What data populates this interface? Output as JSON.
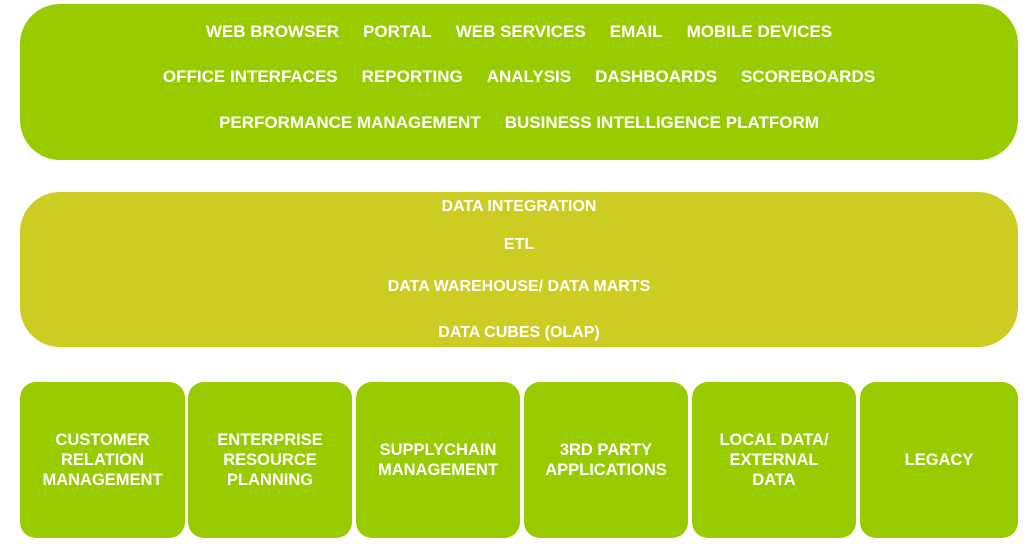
{
  "presentation_layer": {
    "rows": [
      [
        "WEB BROWSER",
        "PORTAL",
        "WEB SERVICES",
        "EMAIL",
        "MOBILE DEVICES"
      ],
      [
        "OFFICE INTERFACES",
        "REPORTING",
        "ANALYSIS",
        "DASHBOARDS",
        "SCOREBOARDS"
      ],
      [
        "PERFORMANCE MANAGEMENT",
        "BUSINESS INTELLIGENCE PLATFORM"
      ]
    ]
  },
  "data_layer": {
    "items": [
      "DATA INTEGRATION",
      "ETL",
      "DATA WAREHOUSE/ DATA MARTS",
      "DATA CUBES (OLAP)"
    ]
  },
  "sources": [
    "CUSTOMER\nRELATION\nMANAGEMENT",
    "ENTERPRISE\nRESOURCE\nPLANNING",
    "SUPPLYCHAIN\nMANAGEMENT",
    "3RD PARTY\nAPPLICATIONS",
    "LOCAL DATA/\nEXTERNAL\nDATA",
    "LEGACY"
  ],
  "colors": {
    "green": "#99cc00",
    "olive": "#cccc22"
  }
}
